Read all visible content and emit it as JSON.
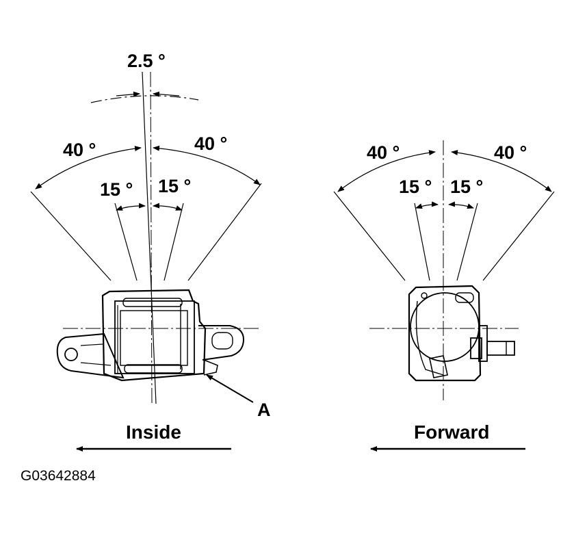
{
  "angles": {
    "tilt": "2.5 °",
    "outer_left": "40 °",
    "outer_right": "40 °",
    "inner_left": "15 °",
    "inner_right": "15 °"
  },
  "callout": "A",
  "views": {
    "left_direction": "Inside",
    "right_direction": "Forward"
  },
  "figure_code": "G03642884"
}
